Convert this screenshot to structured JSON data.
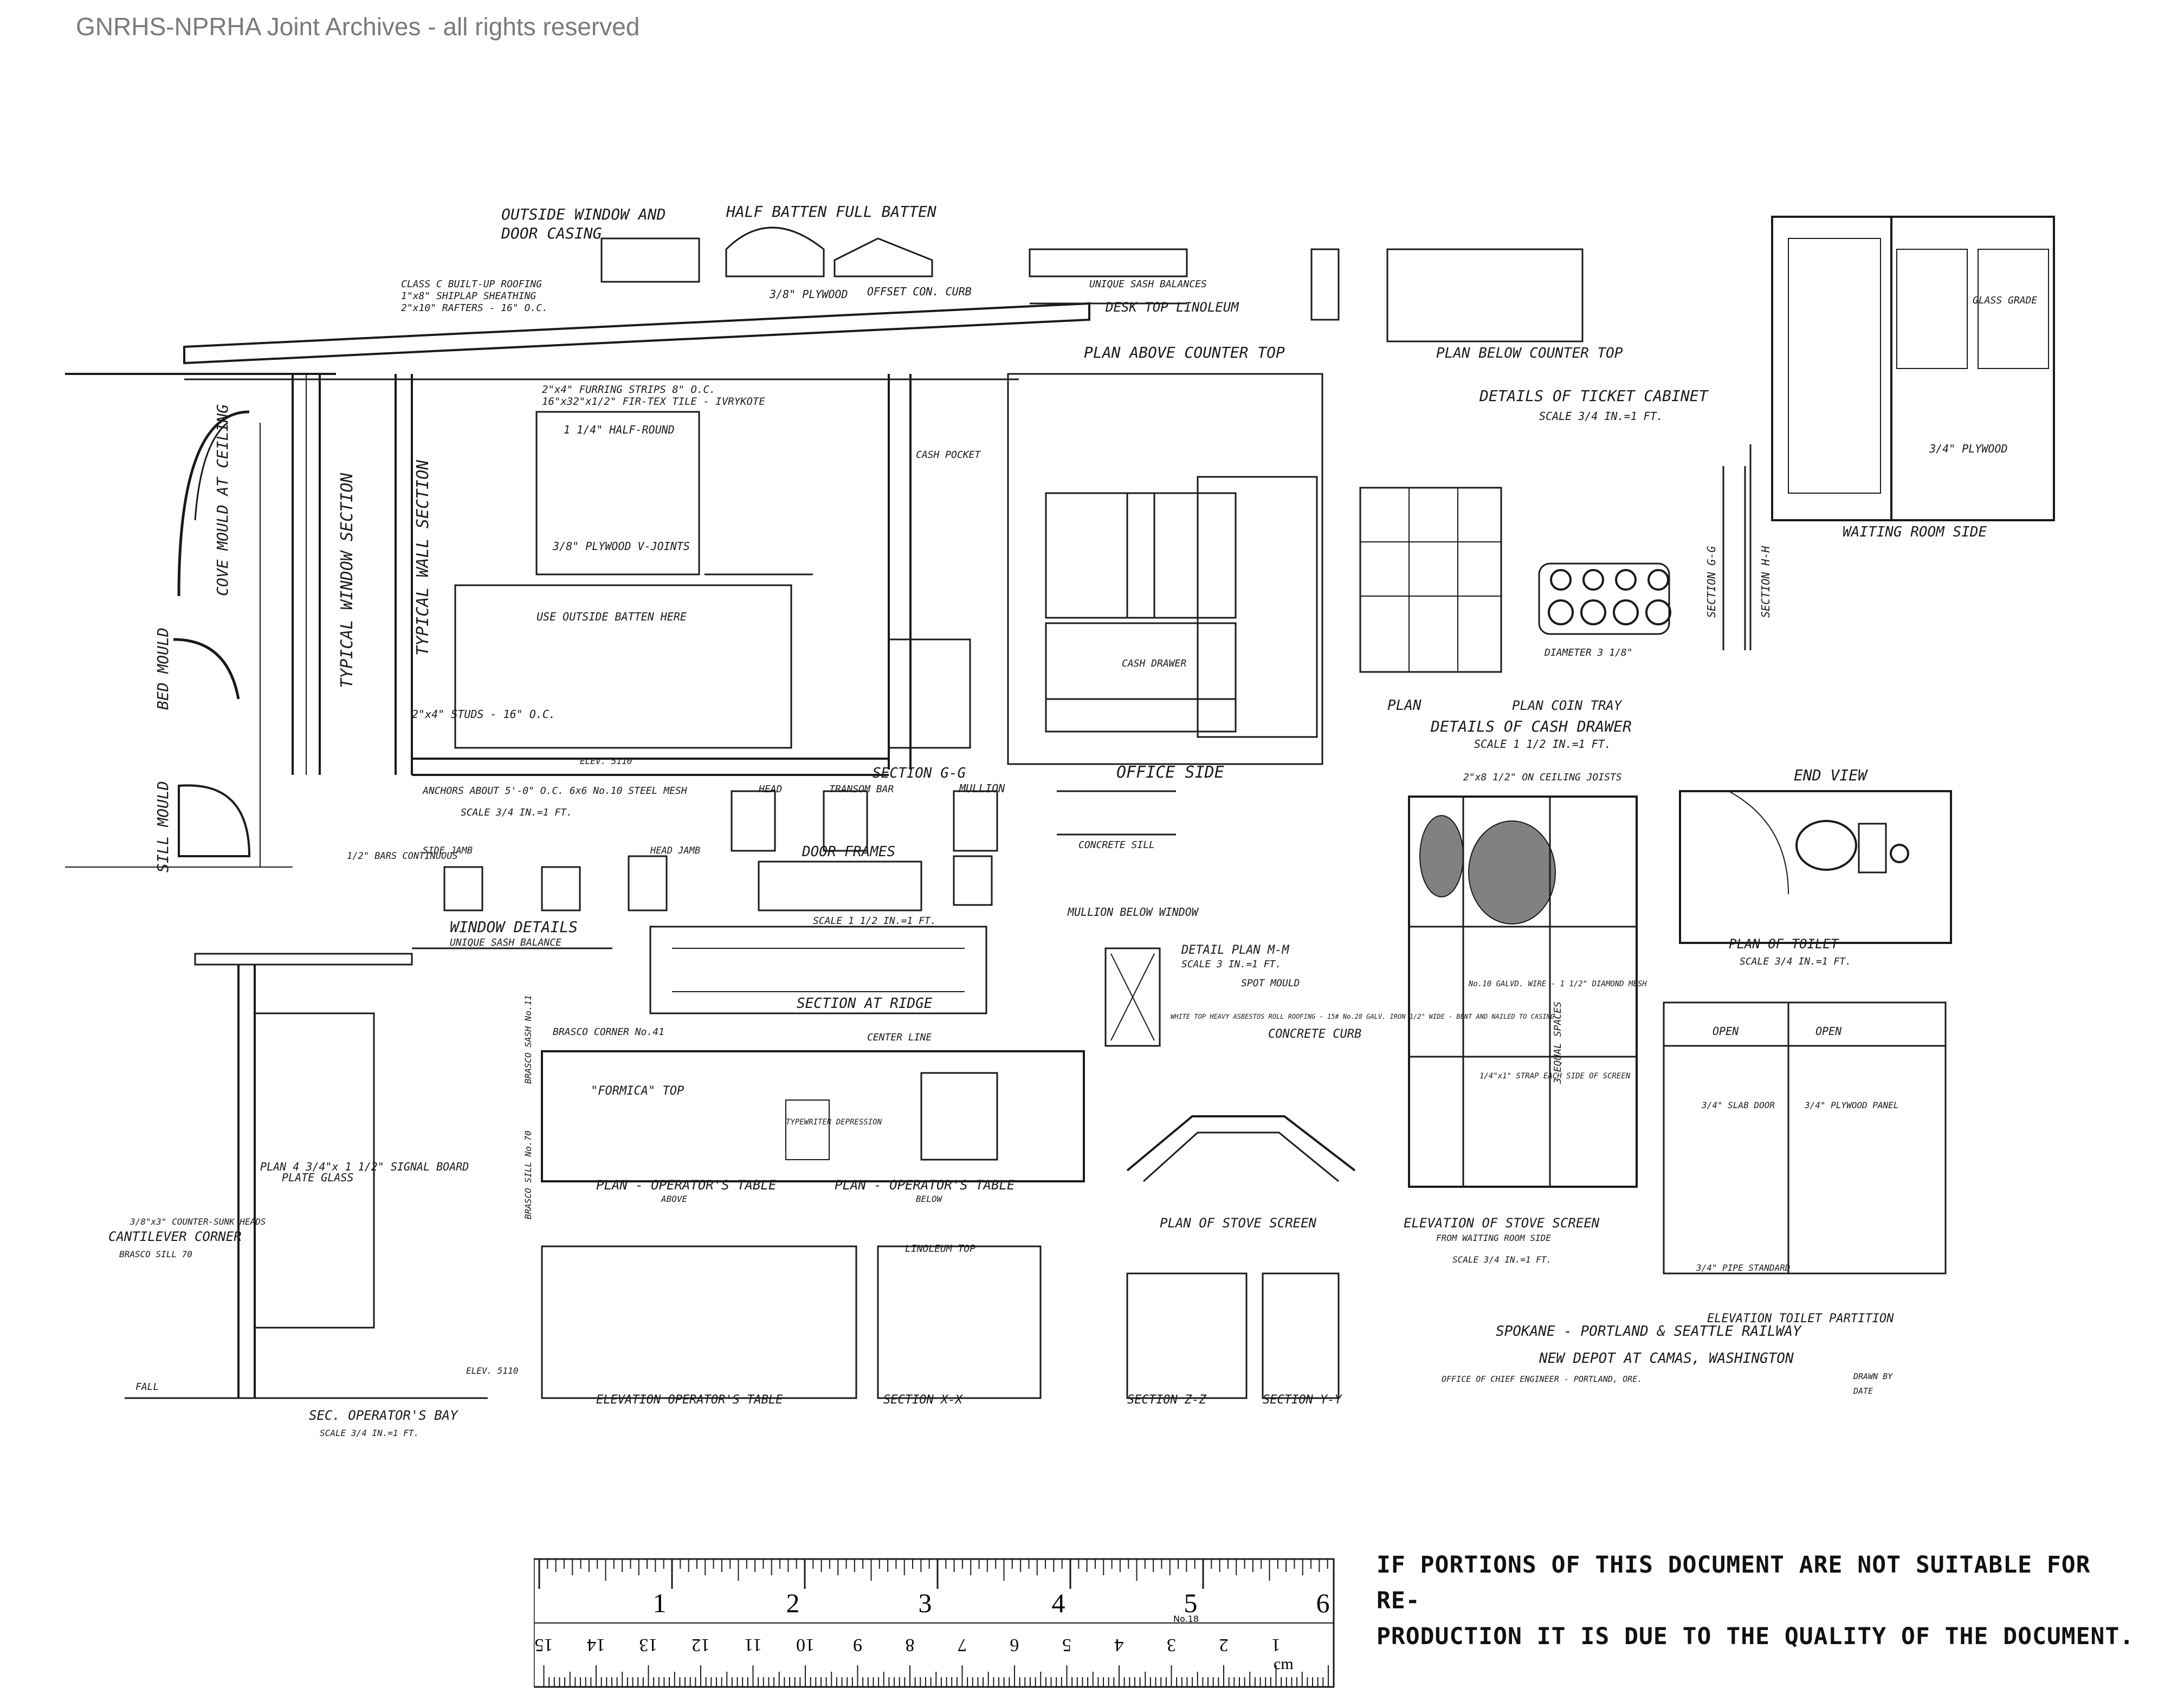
{
  "watermark": "GNRHS-NPRHA Joint Archives - all rights reserved",
  "colors": {
    "ink": "#1a1a1a",
    "watermark": "#7a7a7a",
    "paper": "#ffffff"
  },
  "labels": {
    "outside_window": "OUTSIDE WINDOW AND",
    "door_casing": "DOOR CASING",
    "half_batten": "HALF BATTEN FULL BATTEN",
    "plywood_38": "3/8\" PLYWOOD",
    "offset_curb": "OFFSET CON. CURB",
    "unique_sash": "UNIQUE SASH BALANCES",
    "desk_top": "DESK TOP LINOLEUM",
    "plan_above": "PLAN ABOVE COUNTER TOP",
    "plan_below": "PLAN BELOW COUNTER TOP",
    "ticket_cabinet": "DETAILS OF TICKET CABINET",
    "ticket_scale": "SCALE 3/4 IN.=1 FT.",
    "waiting_room_side": "WAITING ROOM SIDE",
    "plywood_34": "3/4\" PLYWOOD",
    "glass_grade": "GLASS GRADE",
    "built_up_roofing": "CLASS C BUILT-UP ROOFING",
    "shiplap": "1\"x8\" SHIPLAP SHEATHING",
    "rafters": "2\"x10\" RAFTERS - 16\" O.C.",
    "furring": "2\"x4\" FURRING STRIPS 8\" O.C.",
    "fir_tex": "16\"x32\"x1/2\" FIR-TEX TILE - IVRYKOTE",
    "half_round": "1 1/4\" HALF-ROUND",
    "plywood_vjoints": "3/8\" PLYWOOD V-JOINTS",
    "batten_here": "USE OUTSIDE BATTEN HERE",
    "studs": "2\"x4\" STUDS - 16\" O.C.",
    "anchors": "ANCHORS ABOUT 5'-0\" O.C.  6x6 No.10 STEEL MESH",
    "elev": "ELEV. 5110",
    "scale_34": "SCALE 3/4 IN.=1 FT.",
    "typical_window": "TYPICAL WINDOW SECTION",
    "typical_wall": "TYPICAL WALL SECTION",
    "cove_mould": "COVE MOULD AT CEILING",
    "bed_mould": "BED MOULD",
    "sill_mould": "SILL MOULD",
    "cash_pocket": "CASH POCKET",
    "cash_drawer": "CASH DRAWER",
    "section_gg": "SECTION G-G",
    "office_side": "OFFICE SIDE",
    "plan": "PLAN",
    "coin_tray": "PLAN COIN TRAY",
    "cash_drawer_details": "DETAILS OF CASH DRAWER",
    "cash_scale": "SCALE 1 1/2 IN.=1 FT.",
    "diameter": "DIAMETER 3 1/8\"",
    "sectional_gg": "SECTION G-G",
    "section_hh": "SECTION H-H",
    "end_view": "END VIEW",
    "ceiling_joists": "2\"x8 1/2\" ON CEILING JOISTS",
    "plan_toilet": "PLAN OF TOILET",
    "toilet_scale": "SCALE 3/4 IN.=1 FT.",
    "head": "HEAD",
    "transom_bar": "TRANSOM BAR",
    "mullion": "MULLION",
    "side_jamb": "SIDE JAMB",
    "head_jamb": "HEAD JAMB",
    "door_frames": "DOOR FRAMES",
    "concrete_sill": "CONCRETE SILL",
    "bars": "1/2\" BARS CONTINUOUS",
    "window_details": "WINDOW DETAILS",
    "unique_balance": "UNIQUE SASH BALANCE",
    "door_scale": "SCALE 1 1/2 IN.=1 FT.",
    "mullion_below": "MULLION BELOW WINDOW",
    "section_ridge": "SECTION AT RIDGE",
    "detail_plan": "DETAIL PLAN M-M",
    "detail_scale": "SCALE 3 IN.=1 FT.",
    "spot_mould": "SPOT MOULD",
    "concrete_curb": "CONCRETE CURB",
    "asbestos": "WHITE TOP HEAVY ASBESTOS ROLL ROOFING - 15# No.28 GALV. IRON 1/2\" WIDE - BENT AND NAILED TO CASING",
    "center_line": "CENTER LINE",
    "formica_top": "\"FORMICA\" TOP",
    "typewriter": "TYPEWRITER DEPRESSION",
    "plan_operators_table": "PLAN - OPERATOR'S TABLE",
    "above": "ABOVE",
    "plan_operators_table_below": "PLAN - OPERATOR'S TABLE",
    "below": "BELOW",
    "plan_stove": "PLAN OF STOVE SCREEN",
    "stove_elev": "ELEVATION OF STOVE SCREEN",
    "from_waiting": "FROM WAITING ROOM SIDE",
    "stove_scale": "SCALE 3/4 IN.=1 FT.",
    "galv_wire": "No.10 GALVD. WIRE - 1 1/2\" DIAMOND MESH",
    "strap": "1/4\"x1\" STRAP EACH SIDE OF SCREEN",
    "equal_spaces": "3 EQUAL SPACES",
    "open_a": "OPEN",
    "open_b": "OPEN",
    "slab_door": "3/4\" SLAB DOOR",
    "plywood_panel": "3/4\" PLYWOOD PANEL",
    "pipe_standard": "3/4\" PIPE STANDARD",
    "elev_toilet": "ELEVATION TOILET PARTITION",
    "brasco_corner": "BRASCO CORNER No.41",
    "brasco_sash": "BRASCO SASH No.11",
    "brasco_sill": "BRASCO SILL No.70",
    "plan_signal": "PLAN 4 3/4\"x 1 1/2\" SIGNAL BOARD",
    "plate_glass": "PLATE GLASS",
    "counter_sunk": "3/8\"x3\" COUNTER-SUNK HEADS",
    "cantilever": "CANTILEVER CORNER",
    "brasco_sill_70": "BRASCO SILL 70",
    "sec_operators_bay": "SEC. OPERATOR'S BAY",
    "bay_scale": "SCALE 3/4 IN.=1 FT.",
    "elev_operators_table": "ELEVATION OPERATOR'S TABLE",
    "linoleum_top": "LINOLEUM TOP",
    "section_xx": "SECTION X-X",
    "section_zz": "SECTION Z-Z",
    "section_yy": "SECTION Y-Y",
    "railway": "SPOKANE - PORTLAND & SEATTLE RAILWAY",
    "new_depot": "NEW DEPOT AT CAMAS, WASHINGTON",
    "office_engineer": "OFFICE OF CHIEF ENGINEER - PORTLAND, ORE.",
    "drawn_by": "DRAWN BY",
    "date": "DATE",
    "fall": "FALL",
    "elev_bay": "ELEV. 5110"
  },
  "ruler": {
    "inches": [
      "1",
      "2",
      "3",
      "4",
      "5",
      "6"
    ],
    "cm": [
      "1",
      "2",
      "3",
      "4",
      "5",
      "6",
      "7",
      "8",
      "9",
      "10",
      "11",
      "12",
      "13",
      "14",
      "15"
    ],
    "unit": "cm",
    "model": "No.18"
  },
  "stamp": {
    "line1": "IF PORTIONS OF THIS DOCUMENT ARE NOT SUITABLE FOR RE-",
    "line2": "PRODUCTION IT IS DUE TO THE QUALITY OF THE DOCUMENT."
  }
}
